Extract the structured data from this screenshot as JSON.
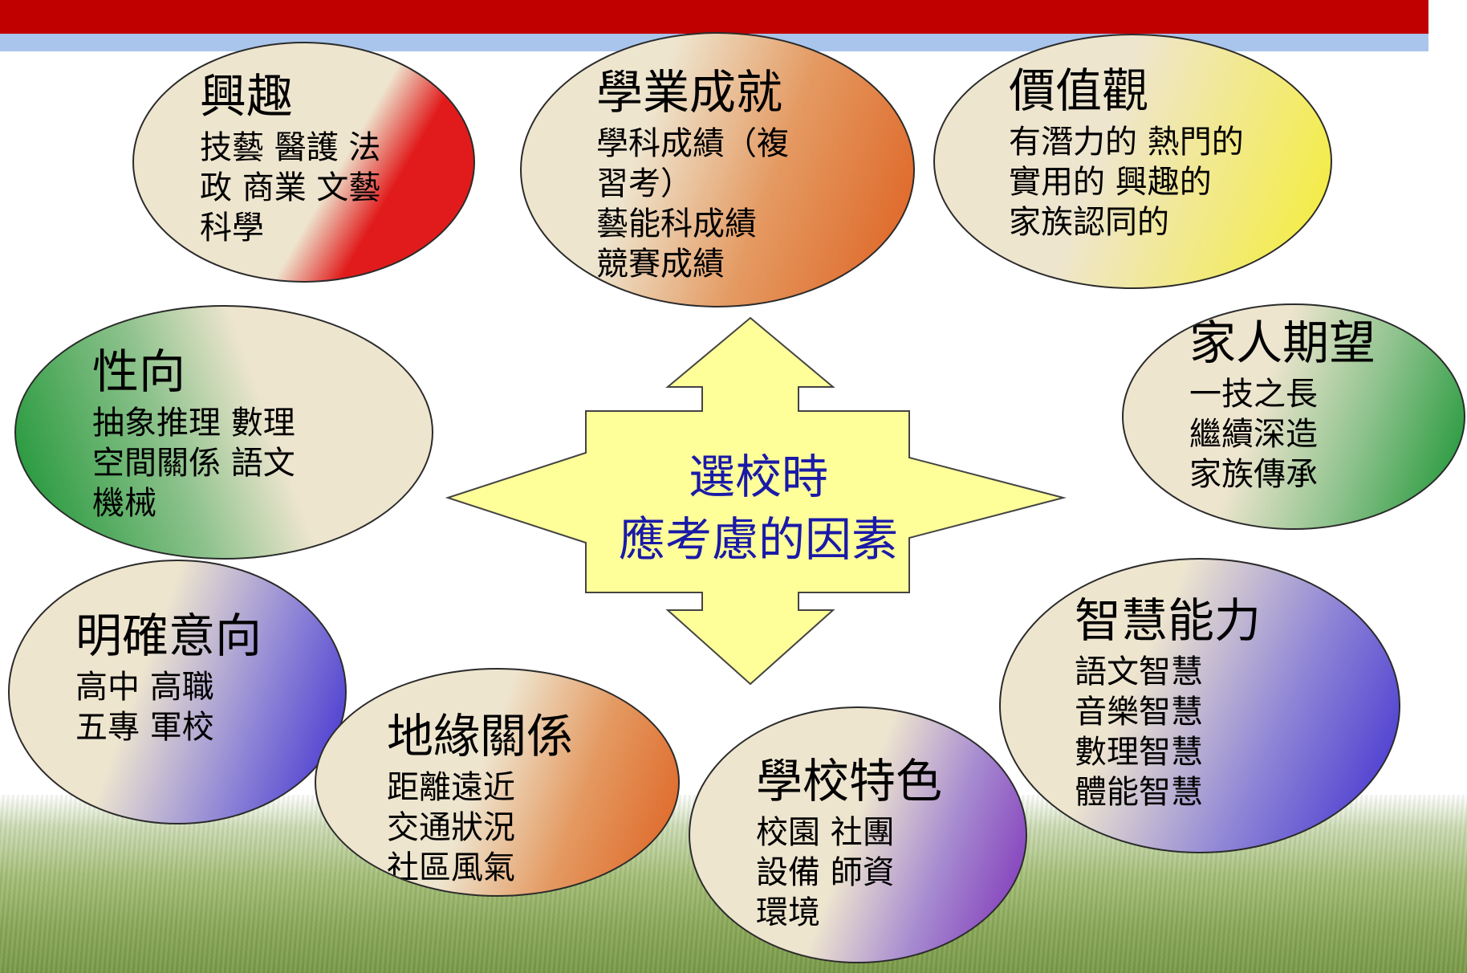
{
  "center": {
    "line1": "選校時",
    "line2": "應考慮的因素"
  },
  "factors": {
    "interest": {
      "title": "興趣",
      "lines": [
        "技藝 醫護 法",
        "政 商業 文藝",
        "科學"
      ]
    },
    "academic": {
      "title": "學業成就",
      "lines": [
        "學科成績（複",
        "習考）",
        "藝能科成績",
        "競賽成績"
      ]
    },
    "values": {
      "title": "價值觀",
      "lines": [
        "有潛力的 熱門的",
        "實用的 興趣的",
        "家族認同的"
      ]
    },
    "aptitude": {
      "title": "性向",
      "lines": [
        "抽象推理  數理",
        "空間關係  語文",
        "機械"
      ]
    },
    "family": {
      "title": "家人期望",
      "lines": [
        "一技之長",
        " 繼續深造",
        "家族傳承"
      ]
    },
    "intention": {
      "title": "明確意向",
      "lines": [
        "高中 高職",
        "五專 軍校"
      ]
    },
    "geography": {
      "title": "地緣關係",
      "lines": [
        "距離遠近",
        "交通狀況",
        "社區風氣"
      ]
    },
    "school": {
      "title": "學校特色",
      "lines": [
        "校園 社團",
        "設備 師資",
        "環境"
      ]
    },
    "intelligence": {
      "title": "智慧能力",
      "lines": [
        "語文智慧",
        " 音樂智慧",
        "數理智慧",
        "體能智慧"
      ]
    }
  },
  "colors": {
    "banner_red": "#c00000",
    "banner_blue": "#a9c5ec",
    "arrow_fill": "#ffff99",
    "center_text": "#1a1aa8",
    "oval_base": "#eee5cf",
    "accent_red": "#e11b1b",
    "accent_orange": "#de5f1e",
    "accent_yellow": "#f4ee33",
    "accent_green": "#14922f",
    "accent_blue": "#3a2ad0",
    "accent_purple": "#7b2ab6"
  }
}
